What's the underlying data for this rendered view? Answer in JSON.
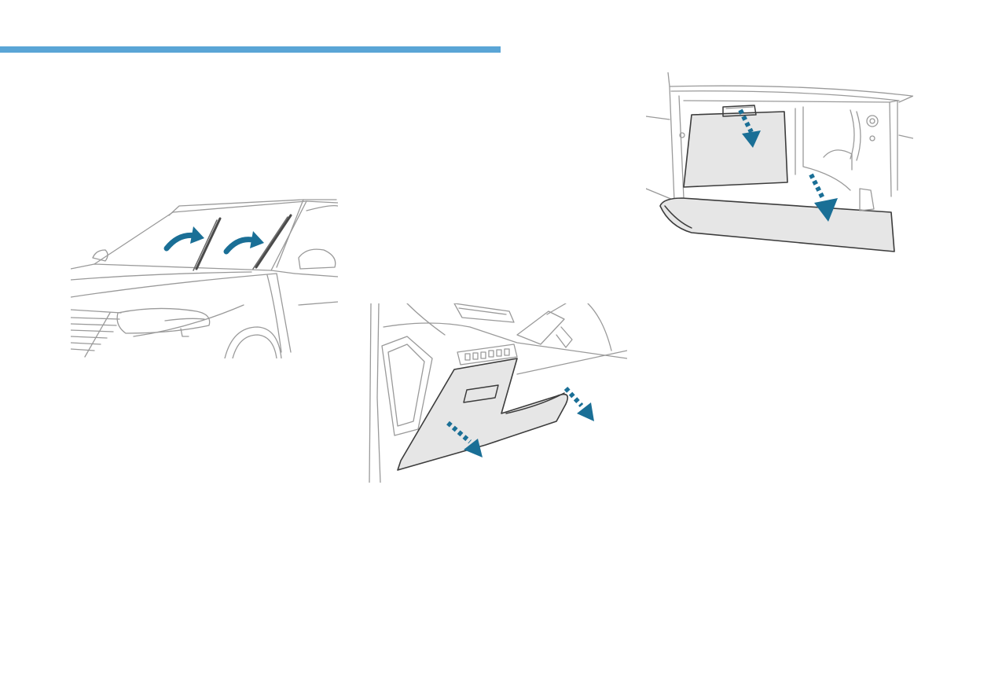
{
  "page": {
    "accent_color": "#5aa5d6",
    "arrow_color": "#1a6f96",
    "panel_fill": "#e6e6e6"
  },
  "figures": [
    {
      "name": "windscreen-wipers-raised",
      "icons": [
        "curved-arrow-icon",
        "curved-arrow-icon"
      ]
    },
    {
      "name": "lower-dashboard-panel-removal",
      "icons": [
        "dashed-arrow-icon",
        "dashed-arrow-icon"
      ]
    },
    {
      "name": "glovebox-filter-cover-removal",
      "icons": [
        "dashed-arrow-icon",
        "dashed-arrow-icon"
      ]
    }
  ]
}
